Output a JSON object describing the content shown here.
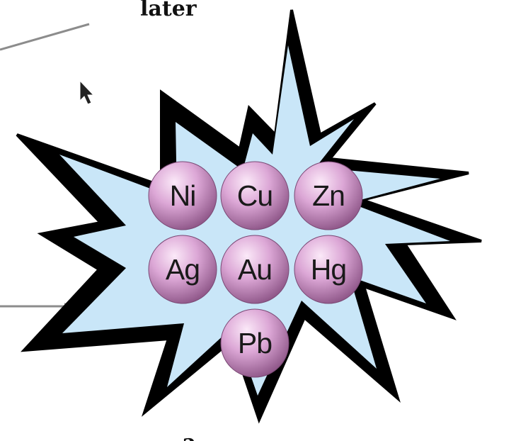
{
  "captions": {
    "top": "later",
    "bottom": "?"
  },
  "colors": {
    "burst_fill": "#c9e6f8",
    "burst_outline": "#000000",
    "sphere_highlight": "#fbe9f8",
    "sphere_mid": "#dca7d6",
    "sphere_shadow": "#8a5284",
    "sphere_label": "#1a1a1a",
    "arrow_line": "#8c8c8c"
  },
  "elements": [
    {
      "symbol": "Ni"
    },
    {
      "symbol": "Cu"
    },
    {
      "symbol": "Zn"
    },
    {
      "symbol": "Ag"
    },
    {
      "symbol": "Au"
    },
    {
      "symbol": "Hg"
    },
    {
      "symbol": "Pb"
    }
  ]
}
